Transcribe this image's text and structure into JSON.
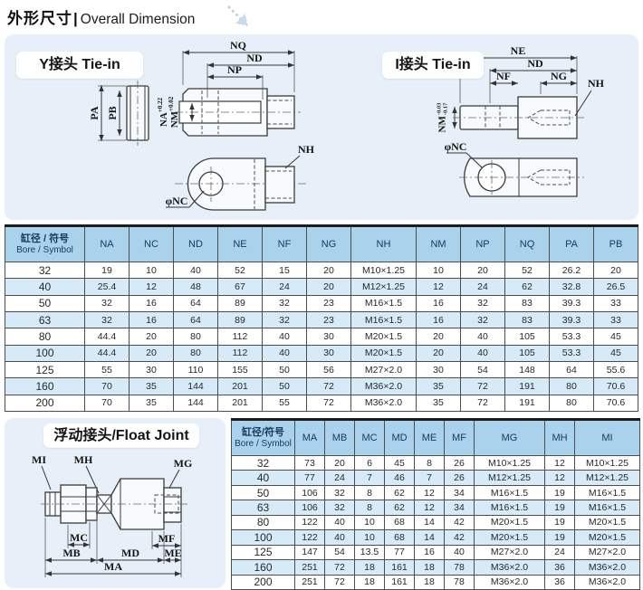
{
  "page": {
    "title_zh": "外形尺寸",
    "title_sep": "|",
    "title_en": "Overall Dimension"
  },
  "sections": {
    "y_tie_in_zh": "Y接头",
    "y_tie_in_en": "Tie-in",
    "i_tie_in_zh": "I接头",
    "i_tie_in_en": "Tie-in",
    "float_joint_zh": "浮动接头",
    "float_joint_sep": "/",
    "float_joint_en": "Float Joint"
  },
  "diagrams": {
    "y": {
      "pa": "PA",
      "pb": "PB",
      "nq": "NQ",
      "nd": "ND",
      "np": "NP",
      "nh": "NH",
      "nc": "φNC",
      "na": "NA",
      "na_tol": "+0.22",
      "nm": "NM",
      "nm_tol": "+0.02"
    },
    "i": {
      "ne": "NE",
      "nd": "ND",
      "nf": "NF",
      "ng": "NG",
      "nh": "NH",
      "nc": "φNC",
      "nm": "NM",
      "nm_tol_upper": "-0.03",
      "nm_tol_lower": "-0.17"
    },
    "float": {
      "mi": "MI",
      "mh": "MH",
      "mg": "MG",
      "mc": "MC",
      "mf": "MF",
      "me": "ME",
      "mb": "MB",
      "md": "MD",
      "ma": "MA"
    }
  },
  "table1": {
    "bore_header_zh": "缸径 / 符号",
    "bore_header_en": "Bore / Symbol",
    "columns": [
      "NA",
      "NC",
      "ND",
      "NE",
      "NF",
      "NG",
      "NH",
      "NM",
      "NP",
      "NQ",
      "PA",
      "PB"
    ],
    "rows": [
      {
        "bore": "32",
        "values": [
          "19",
          "10",
          "40",
          "52",
          "15",
          "20",
          "M10×1.25",
          "10",
          "20",
          "52",
          "26.2",
          "20"
        ]
      },
      {
        "bore": "40",
        "values": [
          "25.4",
          "12",
          "48",
          "67",
          "24",
          "20",
          "M12×1.25",
          "12",
          "24",
          "62",
          "32.8",
          "26.5"
        ]
      },
      {
        "bore": "50",
        "values": [
          "32",
          "16",
          "64",
          "89",
          "32",
          "23",
          "M16×1.5",
          "16",
          "32",
          "83",
          "39.3",
          "33"
        ]
      },
      {
        "bore": "63",
        "values": [
          "32",
          "16",
          "64",
          "89",
          "32",
          "23",
          "M16×1.5",
          "16",
          "32",
          "83",
          "39.3",
          "33"
        ]
      },
      {
        "bore": "80",
        "values": [
          "44.4",
          "20",
          "80",
          "112",
          "40",
          "30",
          "M20×1.5",
          "20",
          "40",
          "105",
          "53.3",
          "45"
        ]
      },
      {
        "bore": "100",
        "values": [
          "44.4",
          "20",
          "80",
          "112",
          "40",
          "30",
          "M20×1.5",
          "20",
          "40",
          "105",
          "53.3",
          "45"
        ]
      },
      {
        "bore": "125",
        "values": [
          "55",
          "30",
          "110",
          "155",
          "50",
          "56",
          "M27×2.0",
          "30",
          "54",
          "148",
          "64",
          "55.6"
        ]
      },
      {
        "bore": "160",
        "values": [
          "70",
          "35",
          "144",
          "201",
          "50",
          "72",
          "M36×2.0",
          "35",
          "72",
          "191",
          "80",
          "70.6"
        ]
      },
      {
        "bore": "200",
        "values": [
          "70",
          "35",
          "144",
          "201",
          "55",
          "72",
          "M36×2.0",
          "35",
          "72",
          "191",
          "80",
          "70.6"
        ]
      }
    ]
  },
  "table2": {
    "bore_header_zh": "缸径/符号",
    "bore_header_en": "Bore / Symbol",
    "columns": [
      "MA",
      "MB",
      "MC",
      "MD",
      "ME",
      "MF",
      "MG",
      "MH",
      "MI"
    ],
    "rows": [
      {
        "bore": "32",
        "values": [
          "73",
          "20",
          "6",
          "45",
          "8",
          "26",
          "M10×1.25",
          "12",
          "M10×1.25"
        ]
      },
      {
        "bore": "40",
        "values": [
          "77",
          "24",
          "7",
          "46",
          "7",
          "26",
          "M12×1.25",
          "12",
          "M12×1.25"
        ]
      },
      {
        "bore": "50",
        "values": [
          "106",
          "32",
          "8",
          "62",
          "12",
          "34",
          "M16×1.5",
          "19",
          "M16×1.5"
        ]
      },
      {
        "bore": "63",
        "values": [
          "106",
          "32",
          "8",
          "62",
          "12",
          "34",
          "M16×1.5",
          "19",
          "M16×1.5"
        ]
      },
      {
        "bore": "80",
        "values": [
          "122",
          "40",
          "10",
          "68",
          "14",
          "42",
          "M20×1.5",
          "19",
          "M20×1.5"
        ]
      },
      {
        "bore": "100",
        "values": [
          "122",
          "40",
          "10",
          "68",
          "14",
          "42",
          "M20×1.5",
          "19",
          "M20×1.5"
        ]
      },
      {
        "bore": "125",
        "values": [
          "147",
          "54",
          "13.5",
          "77",
          "16",
          "40",
          "M27×2.0",
          "24",
          "M27×2.0"
        ]
      },
      {
        "bore": "160",
        "values": [
          "251",
          "72",
          "18",
          "161",
          "18",
          "78",
          "M36×2.0",
          "36",
          "M36×2.0"
        ]
      },
      {
        "bore": "200",
        "values": [
          "251",
          "72",
          "18",
          "161",
          "18",
          "78",
          "M36×2.0",
          "36",
          "M36×2.0"
        ]
      }
    ]
  },
  "colors": {
    "panel_bg": "#e7f0f8",
    "table_header_bg": "#a9d3ec",
    "table_stripe_bg": "#d6eaf7",
    "header_text": "#15395d",
    "line_color": "#3a3a3a",
    "decor_arrow": "#b9cfe0"
  }
}
